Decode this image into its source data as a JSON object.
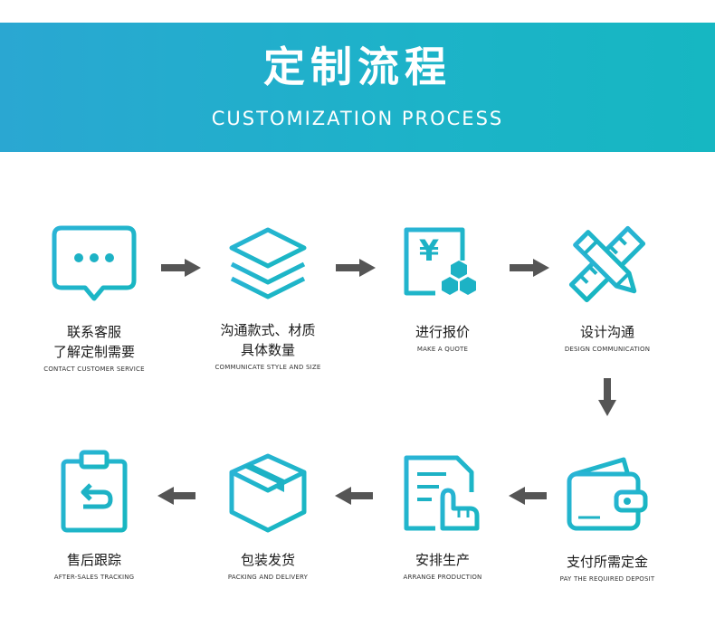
{
  "header": {
    "title": "定制流程",
    "subtitle": "CUSTOMIZATION PROCESS"
  },
  "colors": {
    "banner_start": "#2aa7d2",
    "banner_end": "#16b7c2",
    "icon_teal": "#1db2c5",
    "arrow_gray": "#555555"
  },
  "steps": [
    {
      "icon": "chat-bubble-icon",
      "cn_line1": "联系客服",
      "cn_line2": "了解定制需要",
      "en": "CONTACT CUSTOMER SERVICE"
    },
    {
      "icon": "layers-icon",
      "cn_line1": "沟通款式、材质",
      "cn_line2": "具体数量",
      "en": "COMMUNICATE STYLE AND SIZE"
    },
    {
      "icon": "quote-yen-icon",
      "cn_line1": "进行报价",
      "en": "MAKE A QUOTE"
    },
    {
      "icon": "pencil-ruler-icon",
      "cn_line1": "设计沟通",
      "en": "DESIGN COMMUNICATION"
    },
    {
      "icon": "wallet-icon",
      "cn_line1": "支付所需定金",
      "en": "PAY THE REQUIRED DEPOSIT"
    },
    {
      "icon": "document-hand-icon",
      "cn_line1": "安排生产",
      "en": "ARRANGE PRODUCTION"
    },
    {
      "icon": "box-icon",
      "cn_line1": "包装发货",
      "en": "PACKING AND DELIVERY"
    },
    {
      "icon": "clipboard-return-icon",
      "cn_line1": "售后跟踪",
      "en": "AFTER-SALES TRACKING"
    }
  ]
}
